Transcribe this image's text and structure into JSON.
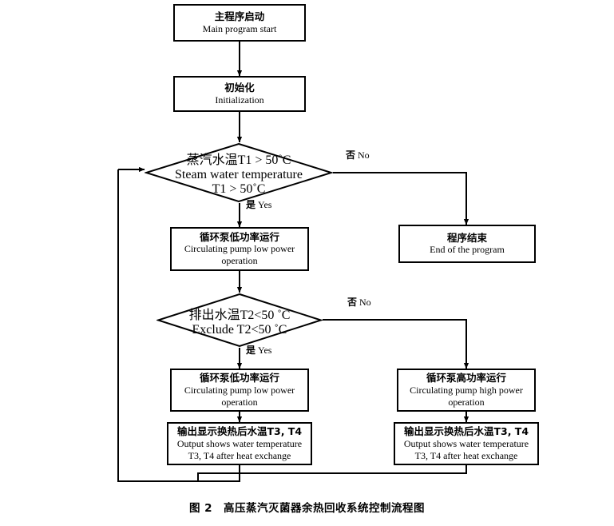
{
  "figure": {
    "caption_number": "图 2",
    "caption_title": "高压蒸汽灭菌器余热回收系统控制流程图"
  },
  "nodes": {
    "start": {
      "type": "process",
      "zh": "主程序启动",
      "en": "Main program start"
    },
    "init": {
      "type": "process",
      "zh": "初始化",
      "en": "Initialization"
    },
    "decision_t1": {
      "type": "decision",
      "zh": "蒸汽水温T1 > 50˚C",
      "en_line1": "Steam water temperature",
      "en_line2": "T1 > 50˚C"
    },
    "pump_low_1": {
      "type": "process",
      "zh": "循环泵低功率运行",
      "en_line1": "Circulating pump low power",
      "en_line2": "operation"
    },
    "end_program": {
      "type": "process",
      "zh": "程序结束",
      "en": "End of the program"
    },
    "decision_t2": {
      "type": "decision",
      "zh": "排出水温T2<50 ˚C",
      "en": "Exclude T2<50 ˚C"
    },
    "pump_low_2": {
      "type": "process",
      "zh": "循环泵低功率运行",
      "en_line1": "Circulating pump low power",
      "en_line2": "operation"
    },
    "pump_high": {
      "type": "process",
      "zh": "循环泵高功率运行",
      "en_line1": "Circulating pump high power",
      "en_line2": "operation"
    },
    "output_left": {
      "type": "process",
      "zh": "输出显示换热后水温T3, T4",
      "en_line1": "Output shows water temperature",
      "en_line2": "T3, T4 after heat exchange"
    },
    "output_right": {
      "type": "process",
      "zh": "输出显示换热后水温T3, T4",
      "en_line1": "Output shows water temperature",
      "en_line2": "T3, T4 after heat exchange"
    }
  },
  "edge_labels": {
    "t1_no_zh": "否",
    "t1_no_en": "No",
    "t1_yes_zh": "是",
    "t1_yes_en": "Yes",
    "t2_no_zh": "否",
    "t2_no_en": "No",
    "t2_yes_zh": "是",
    "t2_yes_en": "Yes"
  },
  "colors": {
    "line": "#000000",
    "fill": "#ffffff",
    "text": "#000000"
  }
}
